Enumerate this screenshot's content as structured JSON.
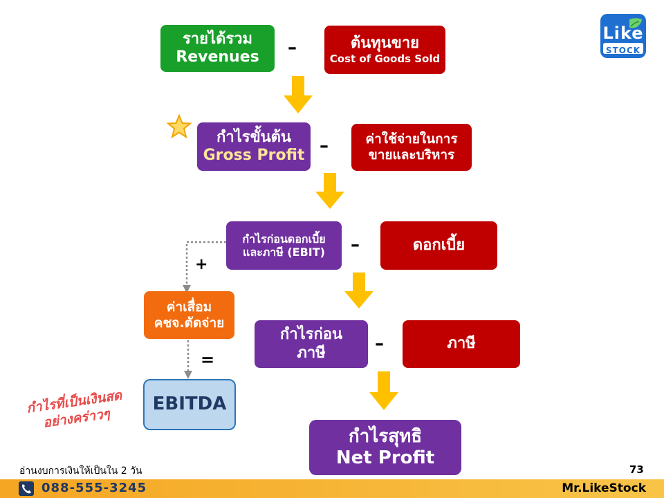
{
  "logo": {
    "line1": "Like",
    "line2": "STOCK"
  },
  "boxes": {
    "revenues": {
      "th": "รายได้รวม",
      "en": "Revenues"
    },
    "cogs": {
      "th": "ต้นทุนขาย",
      "en": "Cost of Goods Sold"
    },
    "gross_profit": {
      "th": "กำไรขั้นต้น",
      "en": "Gross Profit"
    },
    "sga": {
      "line1": "ค่าใช้จ่ายในการ",
      "line2": "ขายและบริหาร"
    },
    "ebit": {
      "line1": "กำไรก่อนดอกเบี้ย",
      "line2": "และภาษี (EBIT)"
    },
    "interest": {
      "th": "ดอกเบี้ย"
    },
    "depreciation": {
      "line1": "ค่าเสื่อม",
      "line2": "คชจ.ตัดจ่าย"
    },
    "ebt": {
      "line1": "กำไรก่อน",
      "line2": "ภาษี"
    },
    "tax": {
      "th": "ภาษี"
    },
    "ebitda": {
      "label": "EBITDA"
    },
    "net_profit": {
      "th": "กำไรสุทธิ",
      "en": "Net Profit"
    }
  },
  "operators": {
    "minus": "–",
    "plus": "+",
    "equals": "="
  },
  "caption": {
    "line1": "กำไรที่เป็นเงินสด",
    "line2": "อย่างคร่าวๆ"
  },
  "footer": {
    "book_title": "อ่านงบการเงินให้เป็นใน 2 วัน",
    "page_number": "73",
    "phone": "088-555-3245",
    "brand": "Mr.LikeStock"
  },
  "colors": {
    "green": "#19a02a",
    "red": "#c00000",
    "purple": "#7030a0",
    "orange": "#f26b0f",
    "arrow": "#ffc000",
    "ebitda_fill": "#bdd7ee"
  }
}
